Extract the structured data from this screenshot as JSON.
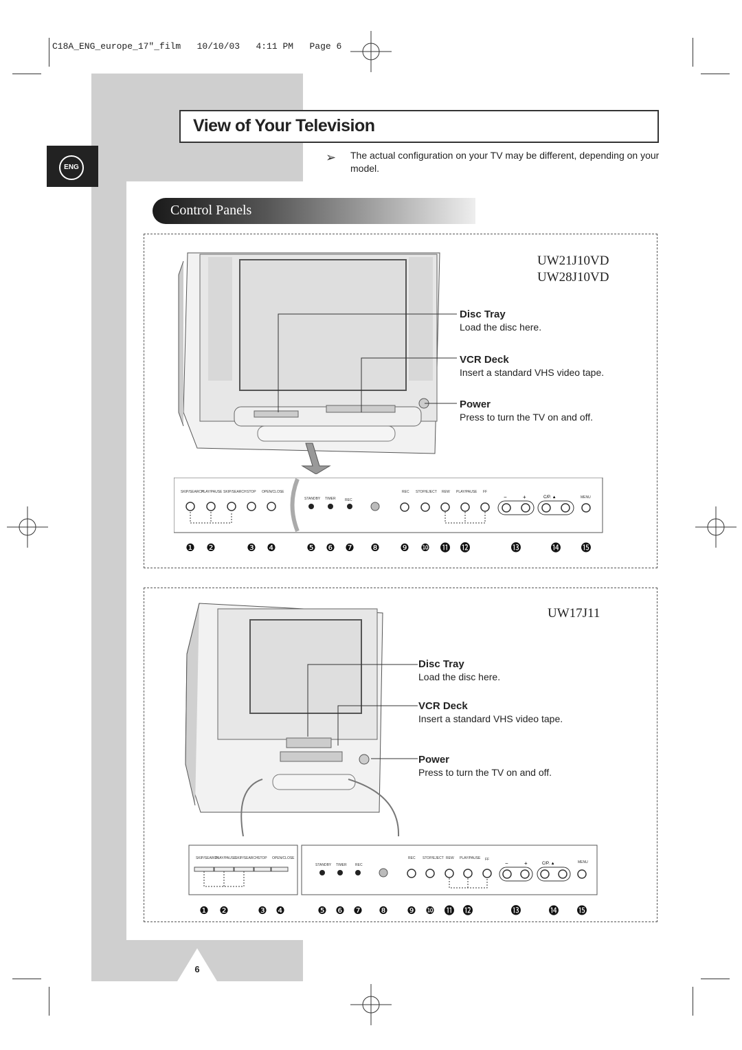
{
  "print_header": "C18A_ENG_europe_17\"_film   10/10/03   4:11 PM   Page 6",
  "language_tab": "ENG",
  "title": "View of Your Television",
  "note": "The actual configuration on your TV may be different, depending on your model.",
  "section_title": "Control Panels",
  "panel_top": {
    "models": [
      "UW21J10VD",
      "UW28J10VD"
    ],
    "labels": [
      {
        "heading": "Disc Tray",
        "text": "Load the disc here."
      },
      {
        "heading": "VCR Deck",
        "text": "Insert a standard VHS video tape."
      },
      {
        "heading": "Power",
        "text": "Press to turn the TV on and off."
      }
    ]
  },
  "panel_bottom": {
    "models": [
      "UW17J11"
    ],
    "labels": [
      {
        "heading": "Disc Tray",
        "text": "Load the disc here."
      },
      {
        "heading": "VCR Deck",
        "text": "Insert a standard VHS video tape."
      },
      {
        "heading": "Power",
        "text": "Press to turn the TV on and off."
      }
    ]
  },
  "control_strip": {
    "button_labels": [
      "SKIP/SEARCH",
      "PLAY/PAUSE",
      "SKIP/SEARCH",
      "STOP",
      "OPEN/CLOSE",
      "STANDBY",
      "TIMER",
      "REC",
      "REC",
      "STOP/EJECT",
      "REW",
      "PLAY/PAUSE",
      "FF",
      "MENU"
    ],
    "volume_signs": [
      "−",
      "+"
    ],
    "channel_label": "C/P. ▲",
    "numbers": [
      "❶",
      "❷",
      "❸",
      "❹",
      "❺",
      "❻",
      "❼",
      "❽",
      "❾",
      "❿",
      "⓫",
      "⓬",
      "⓭",
      "⓮",
      "⓯"
    ]
  },
  "page_number": "6"
}
